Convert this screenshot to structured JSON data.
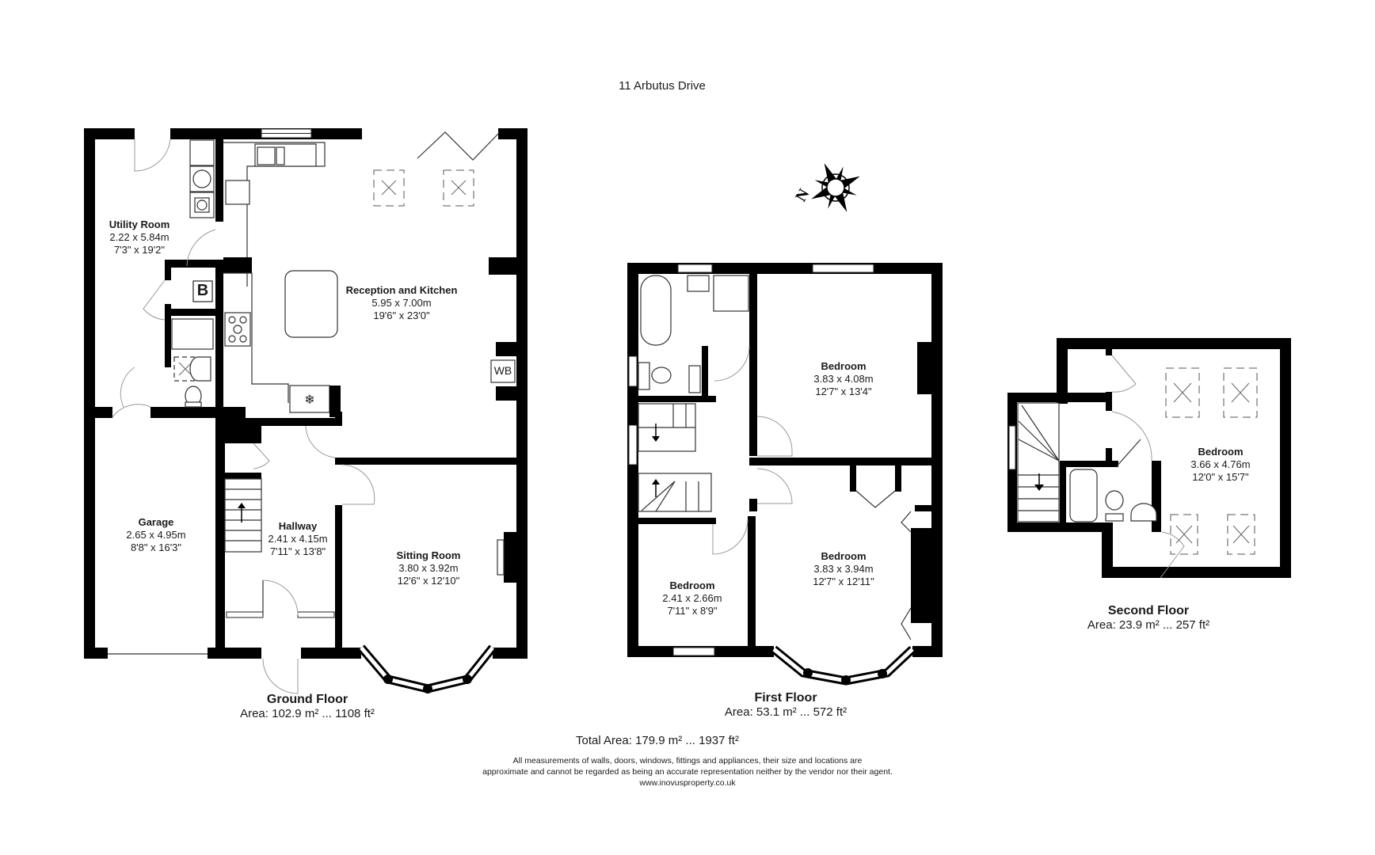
{
  "title": "11 Arbutus Drive",
  "floors": [
    {
      "name": "Ground Floor",
      "area": "Area: 102.9 m² ... 1108 ft²",
      "rooms": [
        {
          "name": "Utility Room",
          "metric": "2.22 x 5.84m",
          "imperial": "7'3\" x 19'2\""
        },
        {
          "name": "Reception and Kitchen",
          "metric": "5.95 x 7.00m",
          "imperial": "19'6\" x 23'0\""
        },
        {
          "name": "Garage",
          "metric": "2.65 x 4.95m",
          "imperial": "8'8\" x 16'3\""
        },
        {
          "name": "Hallway",
          "metric": "2.41 x 4.15m",
          "imperial": "7'11\" x 13'8\""
        },
        {
          "name": "Sitting Room",
          "metric": "3.80 x 3.92m",
          "imperial": "12'6\" x 12'10\""
        }
      ],
      "fixture_labels": {
        "boiler": "B",
        "water_boiler": "WB"
      }
    },
    {
      "name": "First Floor",
      "area": "Area: 53.1 m² ... 572 ft²",
      "rooms": [
        {
          "name": "Bedroom",
          "metric": "3.83 x 4.08m",
          "imperial": "12'7\" x 13'4\""
        },
        {
          "name": "Bedroom",
          "metric": "3.83 x 3.94m",
          "imperial": "12'7\" x 12'11\""
        },
        {
          "name": "Bedroom",
          "metric": "2.41 x 2.66m",
          "imperial": "7'11\" x 8'9\""
        }
      ]
    },
    {
      "name": "Second Floor",
      "area": "Area: 23.9 m² ... 257 ft²",
      "rooms": [
        {
          "name": "Bedroom",
          "metric": "3.66 x 4.76m",
          "imperial": "12'0\" x 15'7\""
        }
      ]
    }
  ],
  "total_area": "Total Area: 179.9 m² ... 1937 ft²",
  "disclaimer": {
    "line1": "All measurements of walls, doors, windows, fittings and appliances, their size and locations are",
    "line2": "approximate and cannot be regarded as being an accurate representation neither by the vendor nor their agent.",
    "website": "www.inovusproperty.co.uk"
  },
  "compass": {
    "icon": "compass-rose-icon",
    "label": "N"
  },
  "colors": {
    "walls": "#000000",
    "background": "#ffffff",
    "text": "#1a1a1a"
  }
}
